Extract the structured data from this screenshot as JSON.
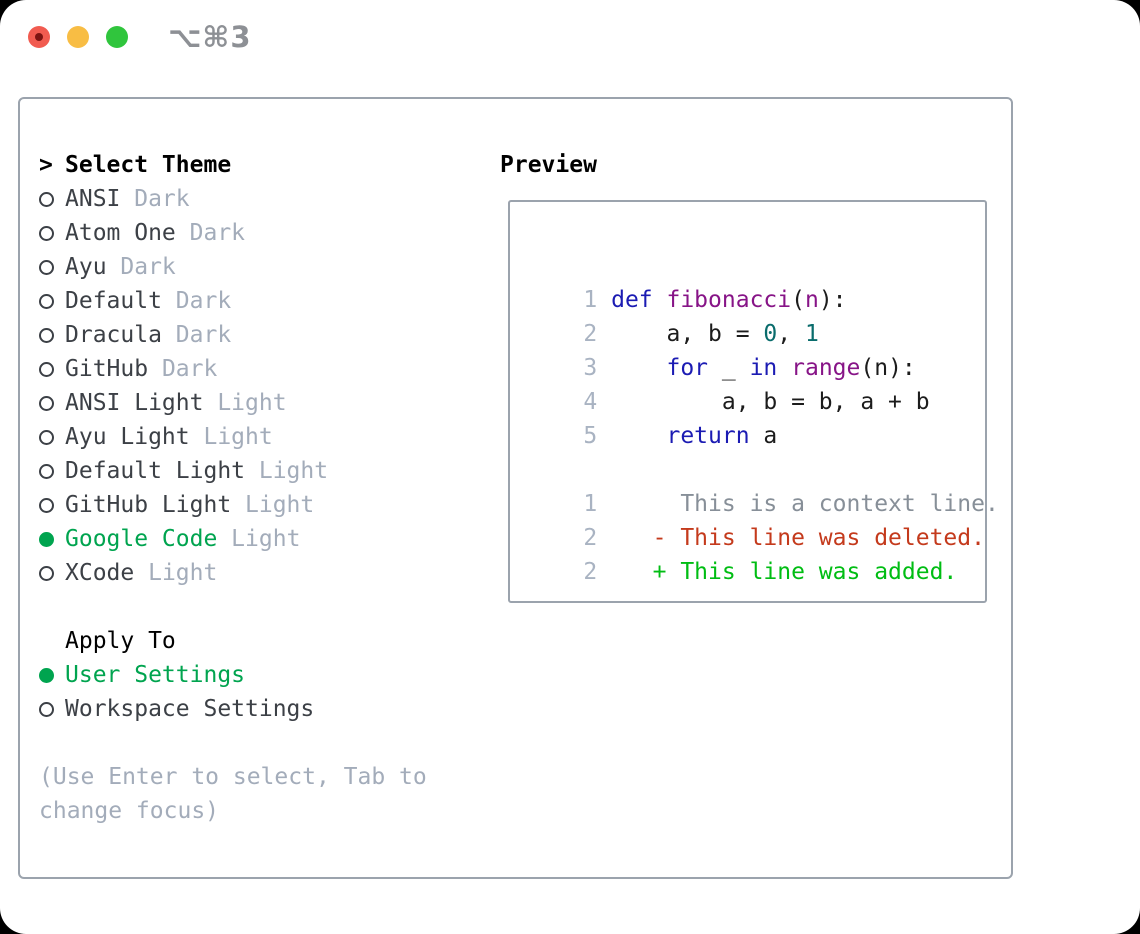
{
  "titlebar": {
    "shortcut": "⌥⌘3"
  },
  "theme_list": {
    "cursor": ">",
    "title": "Select Theme",
    "items": [
      {
        "name": "ANSI",
        "variant": "Dark",
        "selected": false
      },
      {
        "name": "Atom One",
        "variant": "Dark",
        "selected": false
      },
      {
        "name": "Ayu",
        "variant": "Dark",
        "selected": false
      },
      {
        "name": "Default",
        "variant": "Dark",
        "selected": false
      },
      {
        "name": "Dracula",
        "variant": "Dark",
        "selected": false
      },
      {
        "name": "GitHub",
        "variant": "Dark",
        "selected": false
      },
      {
        "name": "ANSI Light",
        "variant": "Light",
        "selected": false
      },
      {
        "name": "Ayu Light",
        "variant": "Light",
        "selected": false
      },
      {
        "name": "Default Light",
        "variant": "Light",
        "selected": false
      },
      {
        "name": "GitHub Light",
        "variant": "Light",
        "selected": false
      },
      {
        "name": "Google Code",
        "variant": "Light",
        "selected": true
      },
      {
        "name": "XCode",
        "variant": "Light",
        "selected": false
      }
    ]
  },
  "apply_to": {
    "title": "Apply To",
    "options": [
      {
        "name": "User Settings",
        "selected": true
      },
      {
        "name": "Workspace Settings",
        "selected": false
      }
    ]
  },
  "help": {
    "lines": [
      "(Use Enter to select, Tab to",
      "change focus)"
    ]
  },
  "preview": {
    "title": "Preview",
    "lines": [
      {
        "num": "1 ",
        "segs": [
          {
            "t": "def ",
            "c": "kwd"
          },
          {
            "t": "fibonacci",
            "c": "typ"
          },
          {
            "t": "(",
            "c": "pln"
          },
          {
            "t": "n",
            "c": "typ"
          },
          {
            "t": "):",
            "c": "pln"
          }
        ]
      },
      {
        "num": "2 ",
        "segs": [
          {
            "t": "    a, b = ",
            "c": "pln"
          },
          {
            "t": "0",
            "c": "lit"
          },
          {
            "t": ", ",
            "c": "pln"
          },
          {
            "t": "1",
            "c": "lit"
          }
        ]
      },
      {
        "num": "3 ",
        "segs": [
          {
            "t": "    ",
            "c": "pln"
          },
          {
            "t": "for",
            "c": "kwd"
          },
          {
            "t": " _ ",
            "c": "pln"
          },
          {
            "t": "in",
            "c": "kwd"
          },
          {
            "t": " ",
            "c": "pln"
          },
          {
            "t": "range",
            "c": "typ"
          },
          {
            "t": "(n):",
            "c": "pln"
          }
        ]
      },
      {
        "num": "4 ",
        "segs": [
          {
            "t": "        a, b = b, a + b",
            "c": "pln"
          }
        ]
      },
      {
        "num": "5 ",
        "segs": [
          {
            "t": "    ",
            "c": "pln"
          },
          {
            "t": "return",
            "c": "kwd"
          },
          {
            "t": " a",
            "c": "pln"
          }
        ]
      },
      {
        "num": "",
        "segs": []
      },
      {
        "num": "1",
        "segs": [
          {
            "t": "      This is a context line.",
            "c": "ctx"
          }
        ]
      },
      {
        "num": "2",
        "segs": [
          {
            "t": "    - This line was deleted.",
            "c": "del"
          }
        ]
      },
      {
        "num": "2",
        "segs": [
          {
            "t": "    + This line was added.",
            "c": "add"
          }
        ]
      }
    ]
  },
  "colors": {
    "accent-green": "#00a44f",
    "diff-add": "#00bd13",
    "diff-del": "#c43a1c",
    "syntax-keyword": "#1b1bb3",
    "syntax-type": "#871487",
    "syntax-literal": "#096c6c",
    "syntax-plain": "#1c1c1c",
    "line-number": "#a9b3c2",
    "context-gray": "#878f98",
    "muted": "#a3acba",
    "text-dark": "#3c4046",
    "border-gray": "#9ba3ad"
  }
}
